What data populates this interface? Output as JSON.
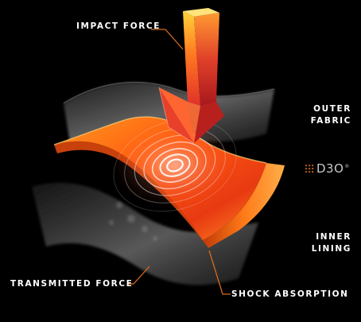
{
  "labels": {
    "impact_force": "IMPACT FORCE",
    "outer_fabric_line1": "OUTER",
    "outer_fabric_line2": "FABRIC",
    "inner_lining_line1": "INNER",
    "inner_lining_line2": "LINING",
    "transmitted_force": "TRANSMITTED FORCE",
    "shock_absorption": "SHOCK ABSORPTION"
  },
  "logo": {
    "text": "D3O",
    "mark": "®"
  },
  "colors": {
    "background": "#000000",
    "leader_line": "#d86a1e",
    "layer_orange": "#ff6a10",
    "layer_highlight": "#ffb24a",
    "arrow_red": "#e0302a",
    "arrow_yellow": "#ffd23a",
    "fabric_grey": "#6c6c6c",
    "text": "#ffffff"
  }
}
